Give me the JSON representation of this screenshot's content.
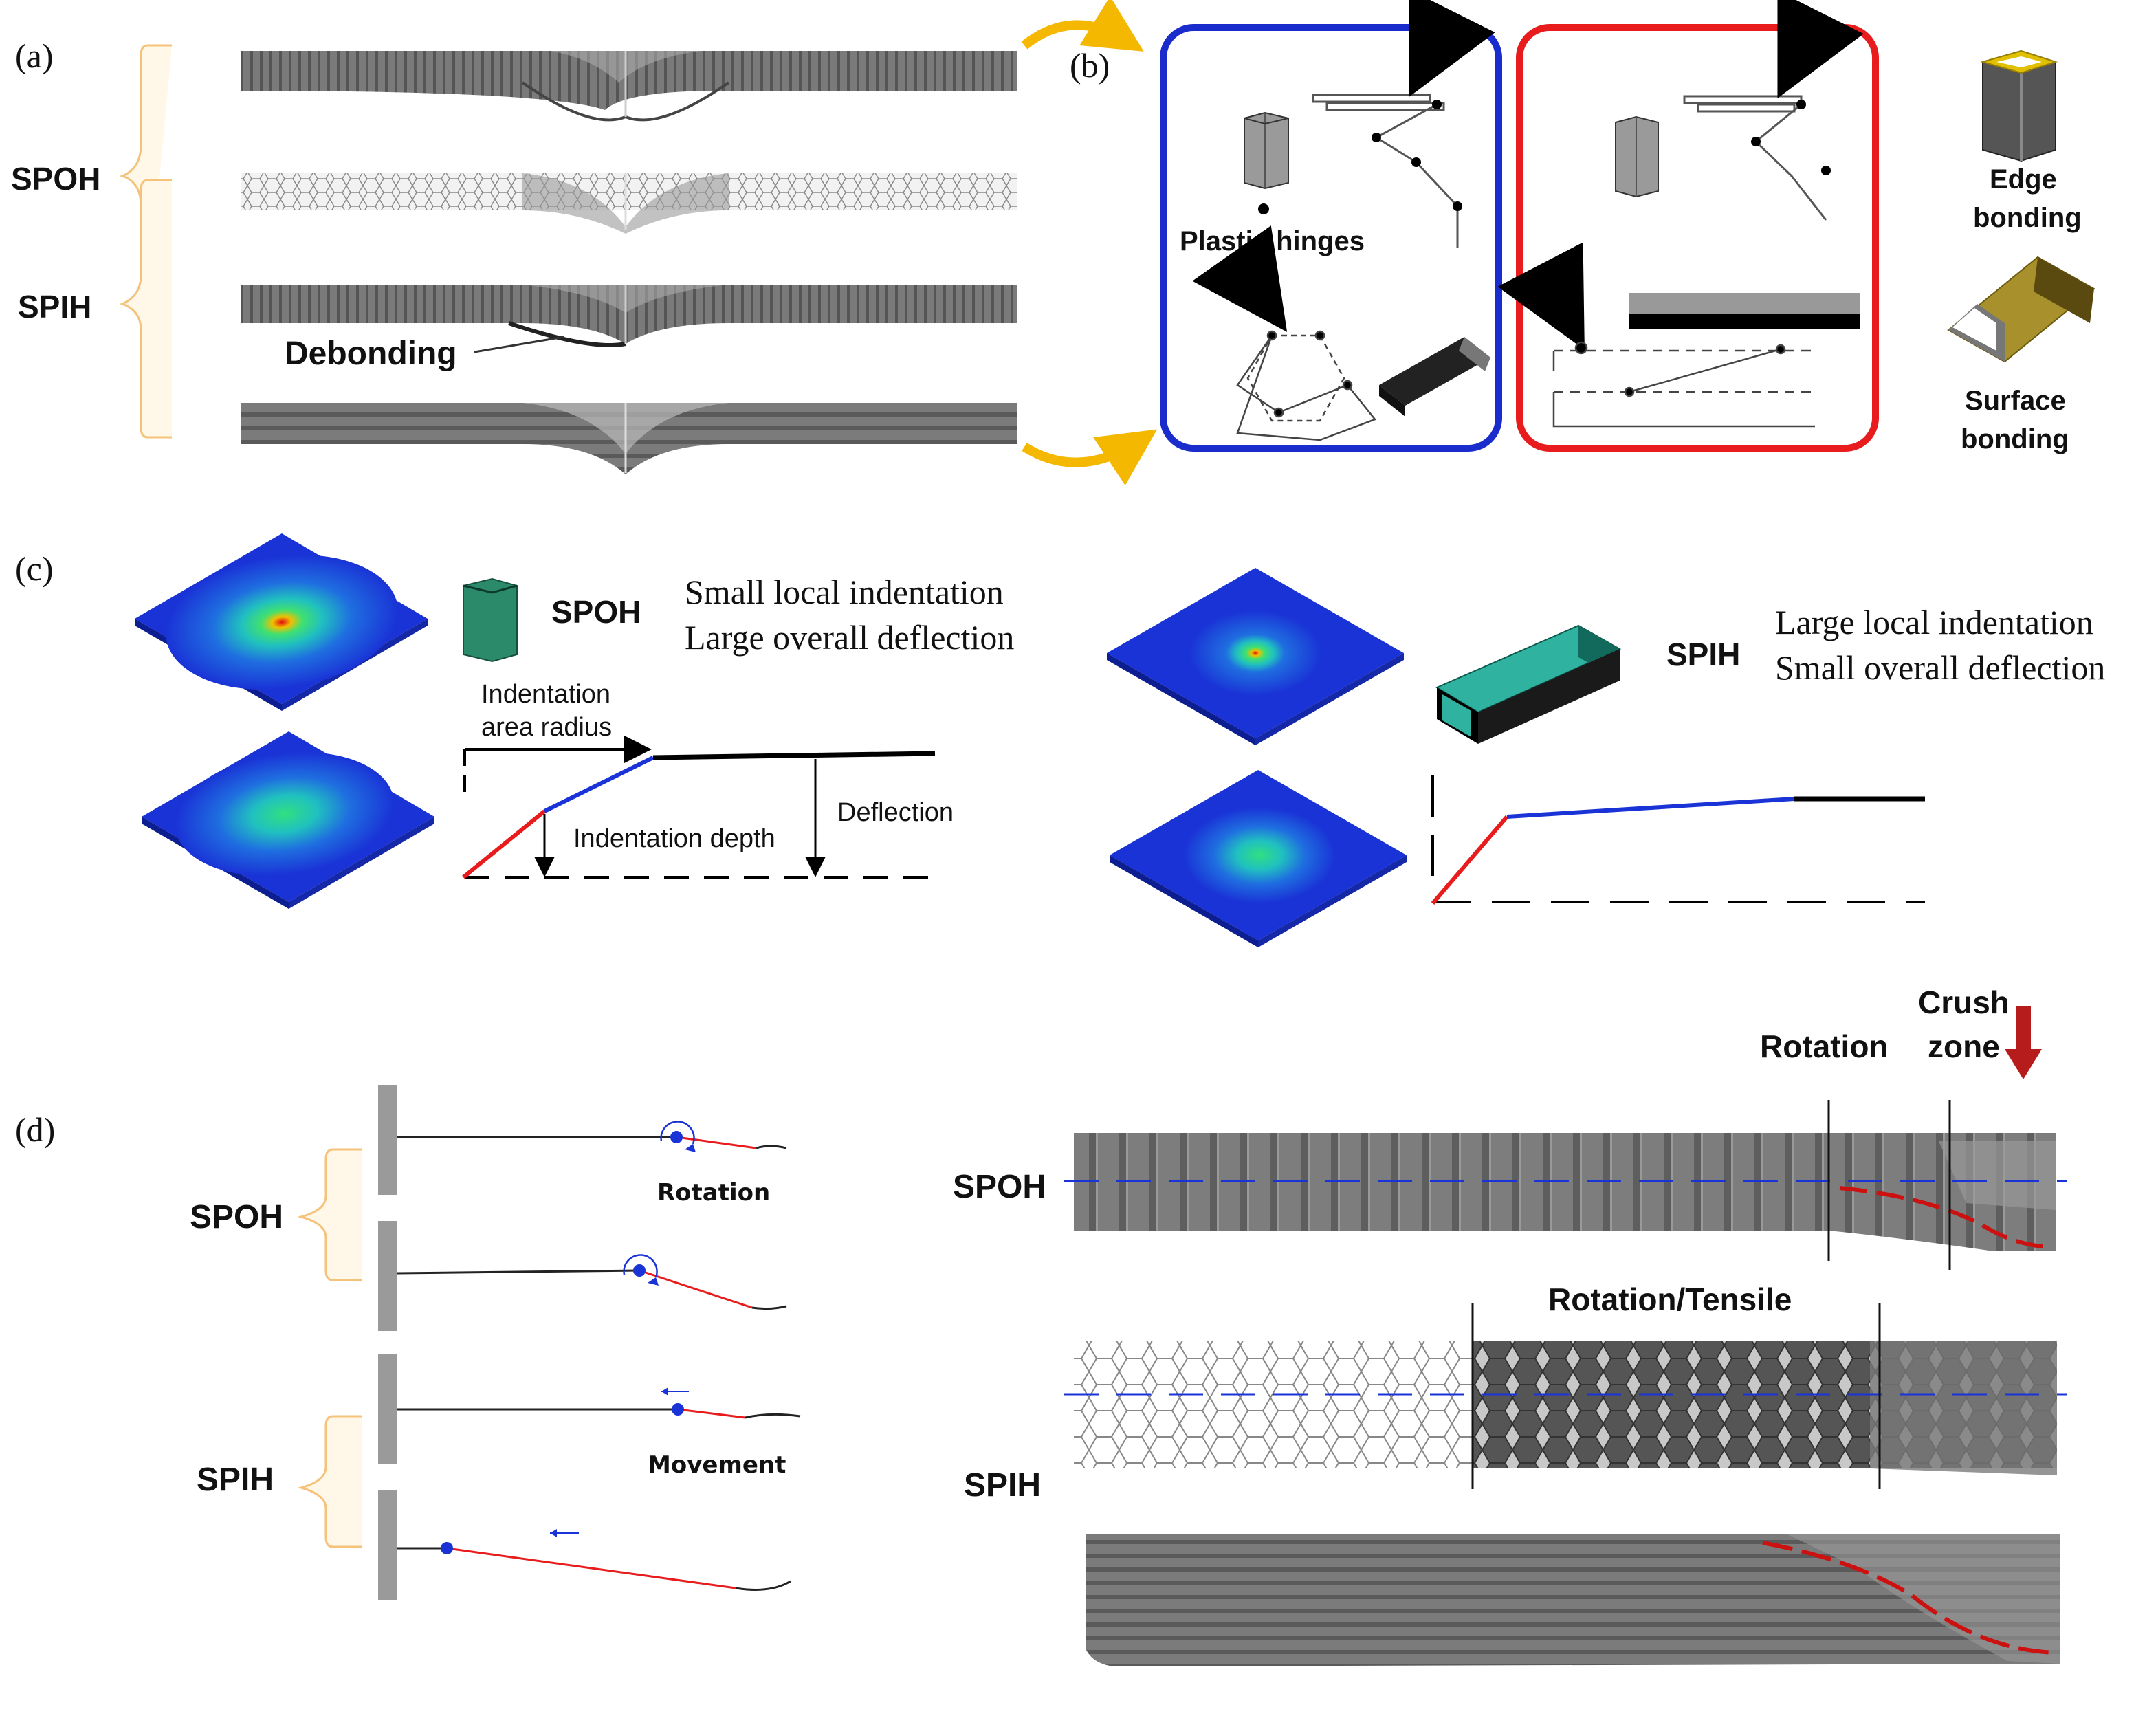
{
  "panels": {
    "a": {
      "label": "(a)",
      "side_labels": [
        "SPOH",
        "SPIH"
      ],
      "callout": "Debonding"
    },
    "b": {
      "label": "(b)",
      "blue_box": {
        "caption": "Plastic hinges",
        "frame_color": "#1a2ccc"
      },
      "red_box": {
        "frame_color": "#e81c1c"
      },
      "edge_label": [
        "Edge",
        "bonding"
      ],
      "surface_label": [
        "Surface",
        "bonding"
      ]
    },
    "c": {
      "label": "(c)",
      "spoh": {
        "title": "SPOH",
        "desc1": "Small local indentation",
        "desc2": "Large overall deflection",
        "radius_label1": "Indentation",
        "radius_label2": "area radius",
        "depth_label": "Indentation depth",
        "deflection_label": "Deflection"
      },
      "spih": {
        "title": "SPIH",
        "desc1": "Large local indentation",
        "desc2": "Small overall deflection"
      }
    },
    "d": {
      "label": "(d)",
      "left_labels": [
        "SPOH",
        "SPIH"
      ],
      "rotation_label": "Rotation",
      "movement_label": "Movement",
      "right_spoh": "SPOH",
      "right_spih": "SPIH",
      "top_rotation": "Rotation",
      "crush1": "Crush",
      "crush2": "zone",
      "rotation_tensile": "Rotation/Tensile"
    }
  },
  "colors": {
    "arrow_orange": "#f5b800",
    "bracket": "#f5c27a",
    "fe_blue": "#1a33d6",
    "plot_red": "#e81c1c",
    "plot_blue": "#1a33d6",
    "crush_arrow": "#b71c1c"
  }
}
